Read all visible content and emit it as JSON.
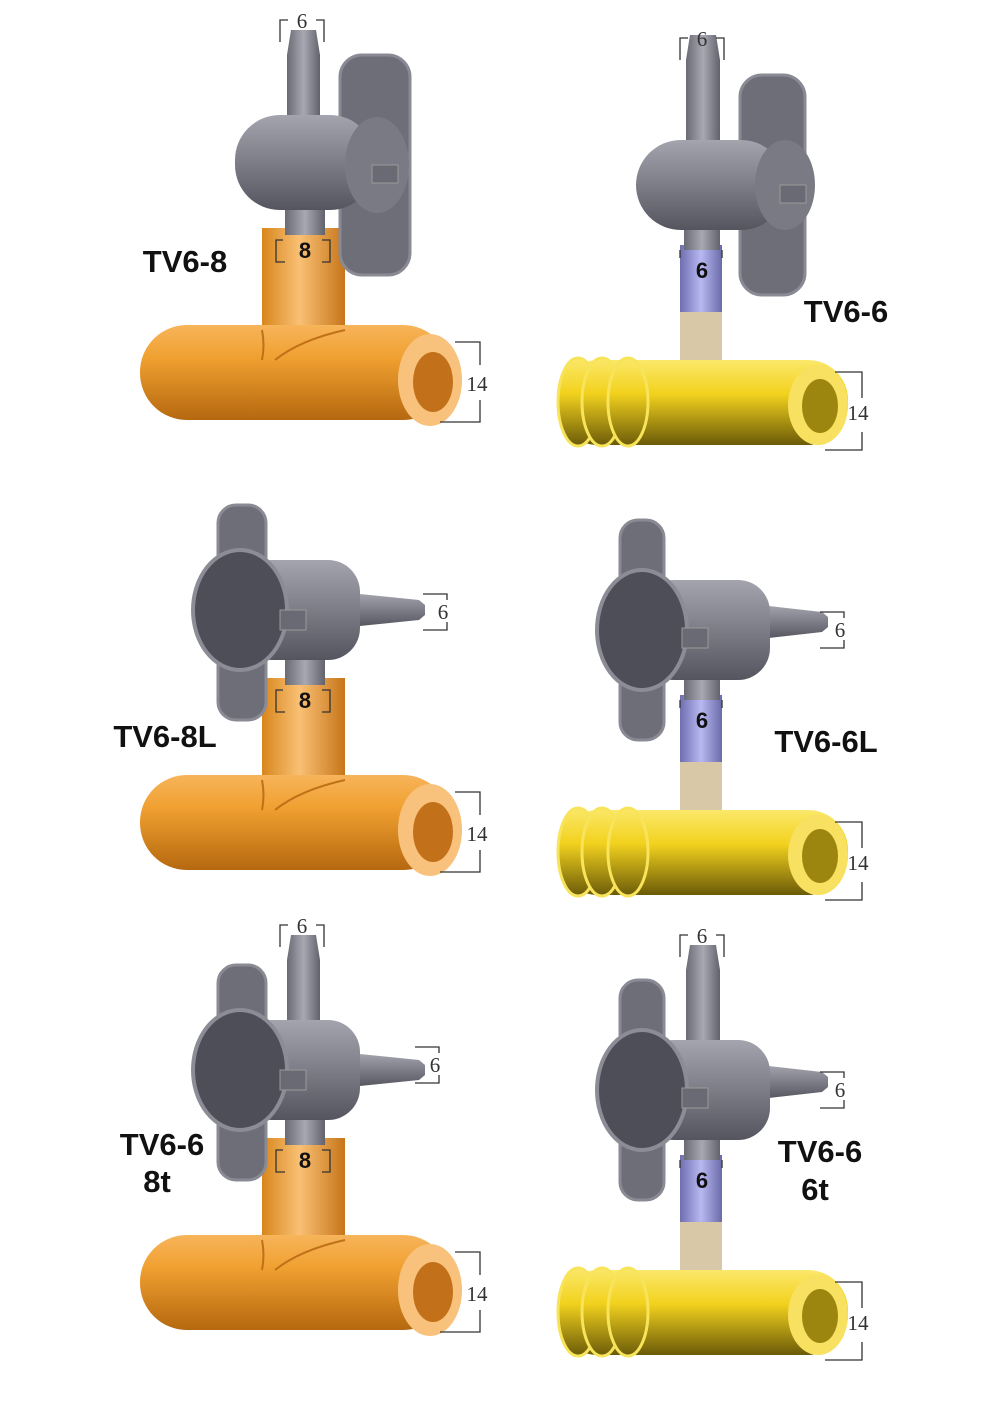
{
  "products": [
    {
      "label_lines": [
        "TV6-8"
      ],
      "variant": "top",
      "tee": "orange",
      "top_outlet": "6",
      "stem": "8",
      "main": "14"
    },
    {
      "label_lines": [
        "TV6-6"
      ],
      "variant": "top",
      "tee": "yellow",
      "top_outlet": "6",
      "stem": "6",
      "main": "14"
    },
    {
      "label_lines": [
        "TV6-8L"
      ],
      "variant": "L",
      "tee": "orange",
      "side_outlet": "6",
      "stem": "8",
      "main": "14"
    },
    {
      "label_lines": [
        "TV6-6L"
      ],
      "variant": "L",
      "tee": "yellow",
      "side_outlet": "6",
      "stem": "6",
      "main": "14"
    },
    {
      "label_lines": [
        "TV6-6",
        "8t"
      ],
      "variant": "both",
      "tee": "orange",
      "top_outlet": "6",
      "side_outlet": "6",
      "stem": "8",
      "main": "14"
    },
    {
      "label_lines": [
        "TV6-6",
        "6t"
      ],
      "variant": "both",
      "tee": "yellow",
      "top_outlet": "6",
      "side_outlet": "6",
      "stem": "6",
      "main": "14"
    }
  ],
  "colors": {
    "orange": "#f0a030",
    "yellow": "#f2d21e",
    "gray": "#7d7d88",
    "dark_gray": "#4e4e58",
    "stem_blue": "#8a8ad6"
  }
}
